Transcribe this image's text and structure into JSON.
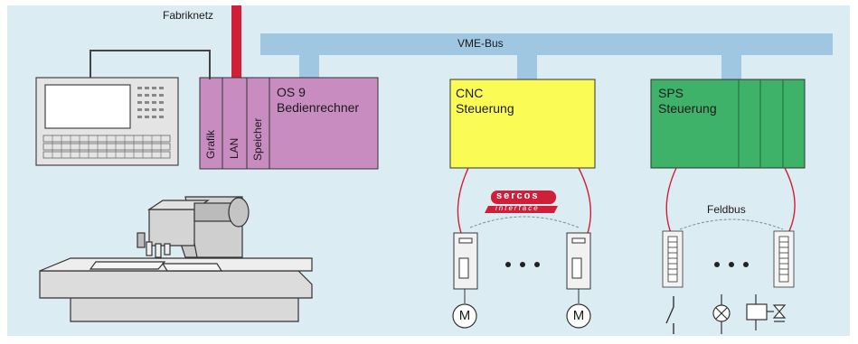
{
  "labels": {
    "factory_net": "Fabriknetz",
    "vme_bus": "VME-Bus",
    "os9_line1": "OS 9",
    "os9_line2": "Bedienrechner",
    "grafik": "Grafik",
    "lan": "LAN",
    "speicher": "Speicher",
    "cnc_line1": "CNC",
    "cnc_line2": "Steuerung",
    "sps_line1": "SPS",
    "sps_line2": "Steuerung",
    "feldbus": "Feldbus",
    "sercos_logo": "sercos",
    "sercos_sub": "interface",
    "motor_symbol": "M"
  },
  "colors": {
    "background": "#dcecf3",
    "bus": "#9fc7e2",
    "factory_net": "#d11f3a",
    "os9_block": "#c98cc0",
    "cnc_block": "#fbfb56",
    "sps_block": "#3fb26a",
    "cable": "#d11f3a"
  },
  "icons": [
    "operator-terminal-icon",
    "machine-tool-icon",
    "servo-drive-icon",
    "motor-icon",
    "io-module-icon",
    "switch-icon",
    "lamp-icon",
    "valve-icon"
  ]
}
